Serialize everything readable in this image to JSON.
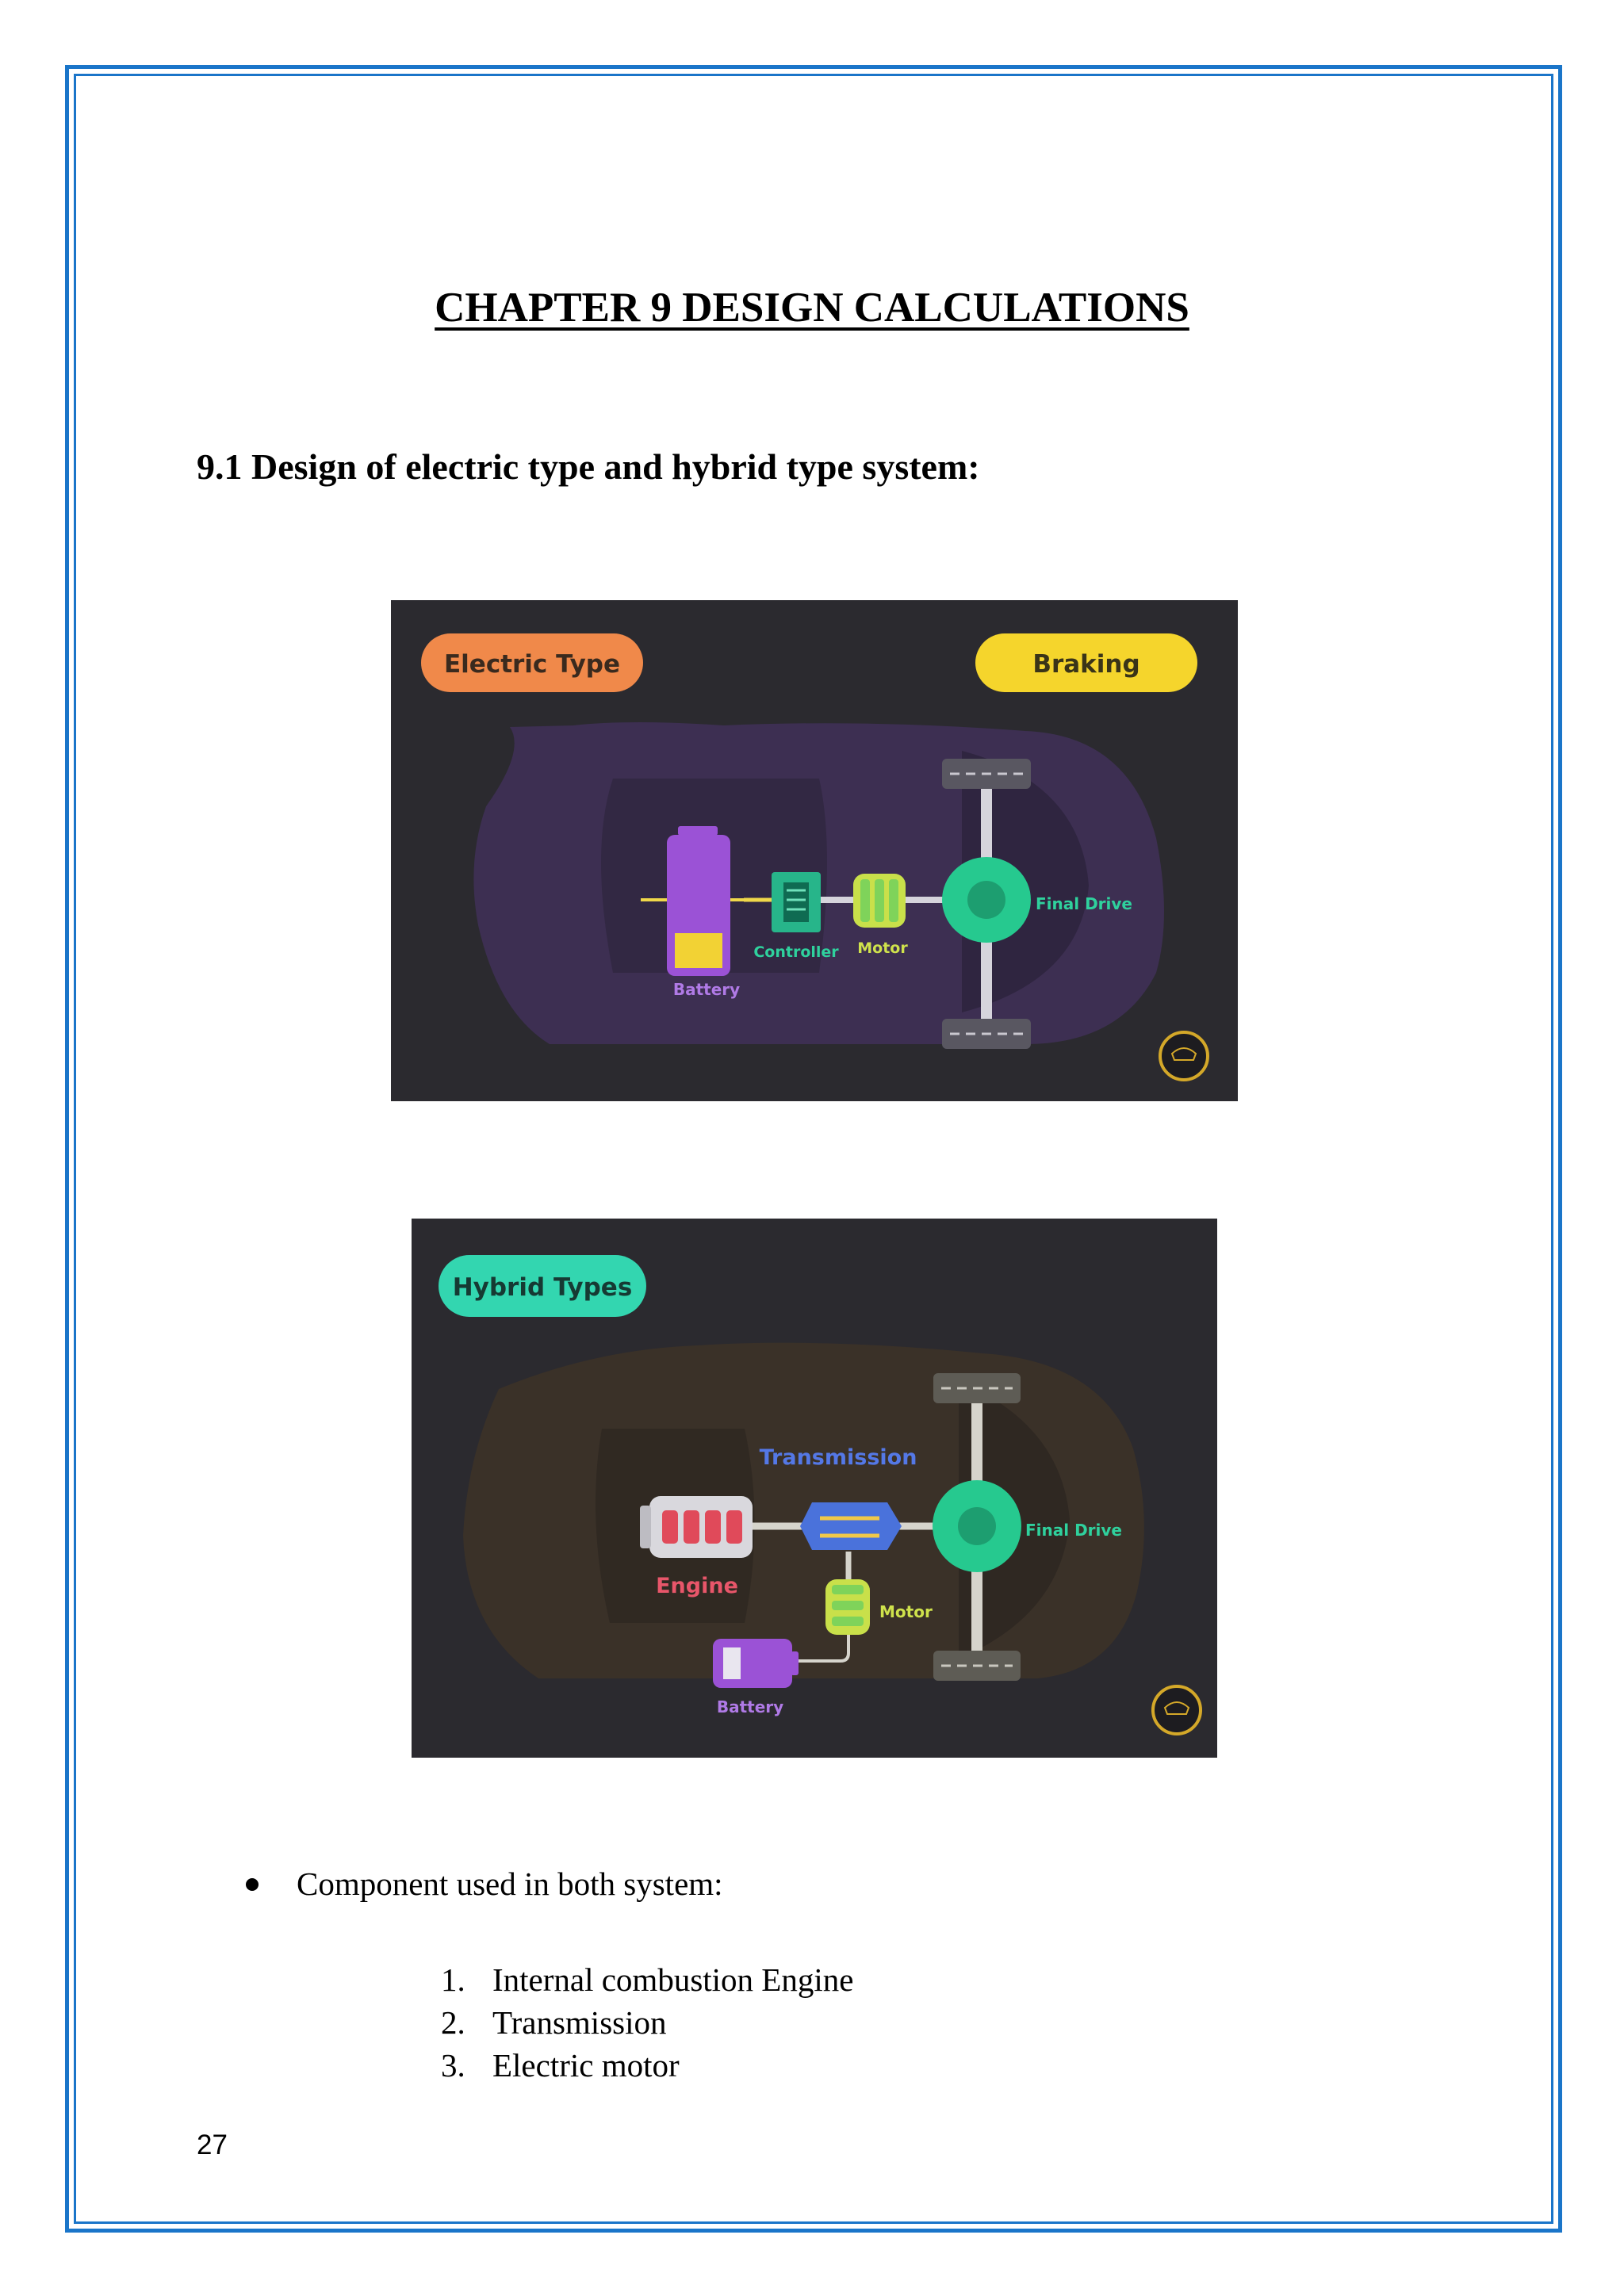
{
  "chapter_title": "CHAPTER 9 DESIGN CALCULATIONS",
  "section_heading": "9.1 Design of electric type and hybrid type system:",
  "figure_electric": {
    "badge_left": "Electric Type",
    "badge_right": "Braking",
    "labels": {
      "battery": "Battery",
      "controller": "Controller",
      "motor": "Motor",
      "final_drive": "Final Drive"
    },
    "colors": {
      "background": "#2b2a2f",
      "badge_left": "#f0894a",
      "badge_right": "#f5d52c"
    }
  },
  "figure_hybrid": {
    "badge": "Hybrid Types",
    "labels": {
      "transmission": "Transmission",
      "engine": "Engine",
      "motor": "Motor",
      "battery": "Battery",
      "final_drive": "Final Drive"
    },
    "colors": {
      "background": "#2b2a2f",
      "badge": "#33d6b0"
    }
  },
  "components": {
    "intro": "Component used in  both system:",
    "items": [
      {
        "num": "1.",
        "text": "Internal combustion Engine"
      },
      {
        "num": "2.",
        "text": "Transmission"
      },
      {
        "num": "3.",
        "text": "Electric motor"
      }
    ]
  },
  "page_number": "27",
  "colors": {
    "border": "#1a75c9"
  }
}
